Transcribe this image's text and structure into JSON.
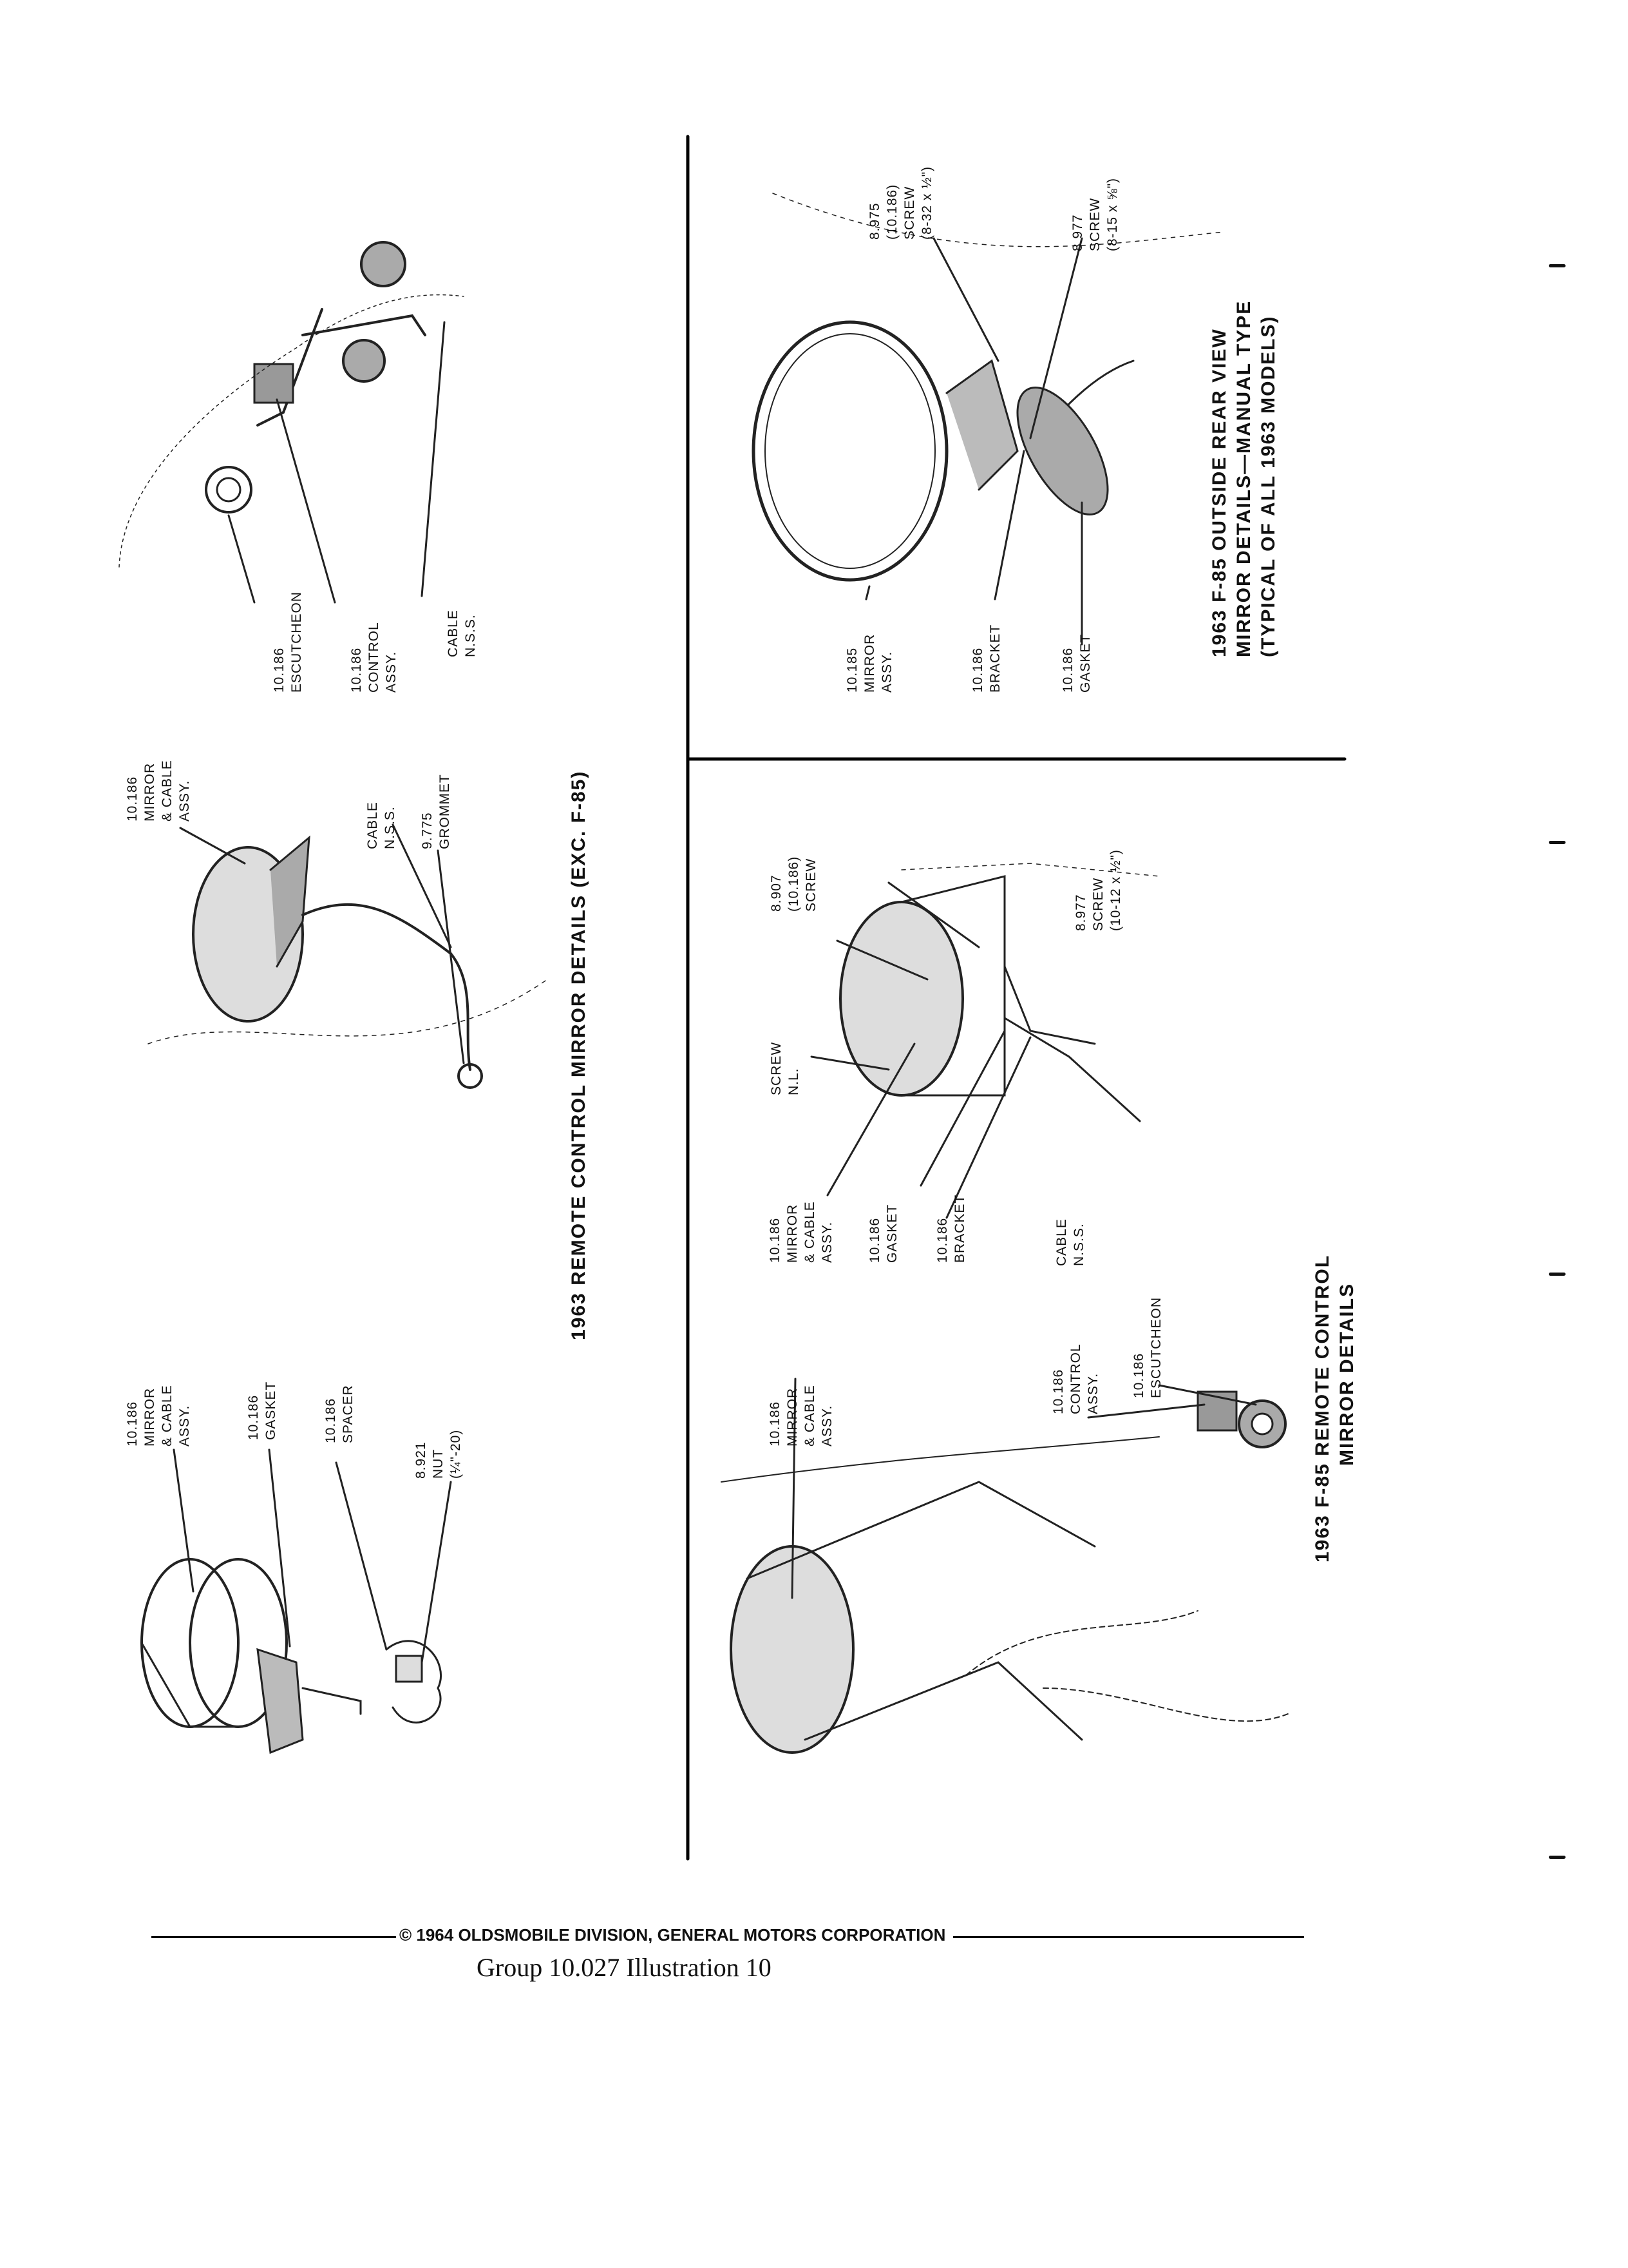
{
  "diagrams": {
    "remote_exc_f85": {
      "title": "1963 REMOTE CONTROL MIRROR DETAILS (EXC. F-85)",
      "left": {
        "mirror": [
          "10.186",
          "MIRROR",
          "& CABLE",
          "ASSY."
        ],
        "gasket": [
          "10.186",
          "GASKET"
        ],
        "spacer": [
          "10.186",
          "SPACER"
        ],
        "nut": [
          "8.921",
          "NUT",
          "(¼\"-20)"
        ]
      },
      "mid": {
        "mirror": [
          "10.186",
          "MIRROR",
          "& CABLE",
          "ASSY."
        ],
        "cable": [
          "CABLE",
          "N.S.S."
        ],
        "grommet": [
          "9.775",
          "GROMMET"
        ]
      },
      "right": {
        "escutcheon": [
          "10.186",
          "ESCUTCHEON"
        ],
        "control": [
          "10.186",
          "CONTROL",
          "ASSY."
        ],
        "cable": [
          "CABLE",
          "N.S.S."
        ]
      }
    },
    "f85_remote": {
      "title": [
        "1963 F-85 REMOTE CONTROL",
        "MIRROR DETAILS"
      ],
      "mirror_lower": [
        "10.186",
        "MIRROR",
        "& CABLE",
        "ASSY."
      ],
      "control": [
        "10.186",
        "CONTROL",
        "ASSY."
      ],
      "escutcheon": [
        "10.186",
        "ESCUTCHEON"
      ],
      "mirror_upper": [
        "10.186",
        "MIRROR",
        "& CABLE",
        "ASSY."
      ],
      "gasket": [
        "10.186",
        "GASKET"
      ],
      "bracket": [
        "10.186",
        "BRACKET"
      ],
      "cable": [
        "CABLE",
        "N.S.S."
      ],
      "screw_nl": [
        "SCREW",
        "N.L."
      ],
      "screw_907": [
        "8.907",
        "(10.186)",
        "SCREW"
      ],
      "screw_977": [
        "8.977",
        "SCREW",
        "(10-12 x ½\")"
      ]
    },
    "f85_outside": {
      "title": [
        "1963 F-85 OUTSIDE REAR VIEW",
        "MIRROR DETAILS—MANUAL TYPE",
        "(TYPICAL OF ALL 1963 MODELS)"
      ],
      "mirror": [
        "10.185",
        "MIRROR",
        "ASSY."
      ],
      "bracket": [
        "10.186",
        "BRACKET"
      ],
      "gasket": [
        "10.186",
        "GASKET"
      ],
      "screw_975": [
        "8.975",
        "(10.186)",
        "SCREW",
        "(8-32 x ½\")"
      ],
      "screw_977": [
        "8.977",
        "SCREW",
        "(8-15 x ⅝\")"
      ]
    }
  },
  "footer": {
    "copyright": "© 1964 OLDSMOBILE DIVISION, GENERAL MOTORS CORPORATION",
    "group_ref": "Group 10.027   Illustration 10"
  }
}
